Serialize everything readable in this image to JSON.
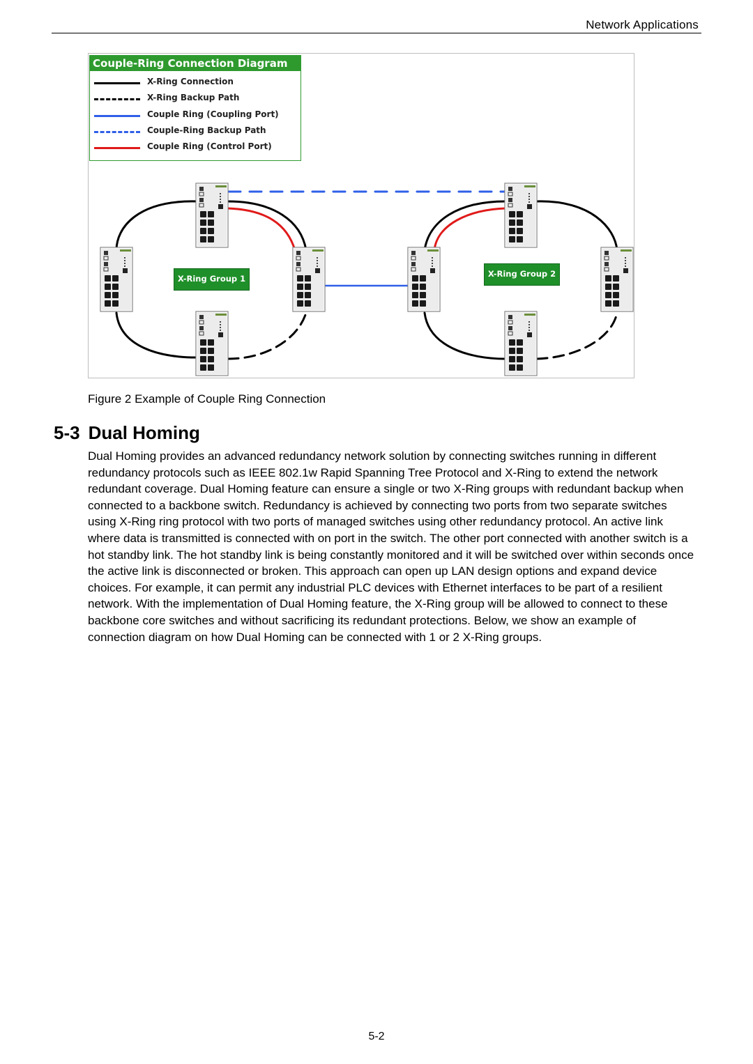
{
  "header": {
    "section_title": "Network  Applications"
  },
  "figure": {
    "legend": {
      "title": "Couple-Ring Connection Diagram",
      "items": [
        {
          "label": "X-Ring Connection",
          "color": "#000000",
          "style": "solid"
        },
        {
          "label": "X-Ring Backup Path",
          "color": "#000000",
          "style": "dashed"
        },
        {
          "label": "Couple Ring (Coupling Port)",
          "color": "#2f5fe8",
          "style": "solid"
        },
        {
          "label": "Couple-Ring Backup Path",
          "color": "#2f5fe8",
          "style": "dashed"
        },
        {
          "label": "Couple Ring (Control Port)",
          "color": "#e01a1a",
          "style": "solid"
        }
      ]
    },
    "group_labels": [
      "X-Ring Group 1",
      "X-Ring Group 2"
    ],
    "caption": "Figure 2 Example of Couple Ring Connection"
  },
  "section": {
    "number": "5-3",
    "title": "Dual Homing",
    "body": "Dual Homing provides an advanced redundancy network solution by connecting switches running in different redundancy protocols such as IEEE 802.1w Rapid Spanning Tree Protocol and X-Ring to extend the network redundant coverage. Dual Homing feature can ensure a single or two X-Ring groups with redundant backup when connected to a backbone switch. Redundancy is achieved by connecting two ports from two separate switches using X-Ring ring protocol with two ports of managed switches using other redundancy protocol. An active link where data is transmitted is connected with on port in the switch. The other port connected with another switch is a hot standby link. The hot standby link is being constantly monitored and it will be switched over within seconds once the active link is disconnected or broken. This approach can open up LAN design options and expand device choices. For example, it can permit any industrial PLC devices with Ethernet interfaces to be part of a resilient network. With the implementation of Dual Homing feature, the X-Ring group will be allowed to connect to these backbone core switches and without sacrificing its redundant protections. Below, we show an example of connection diagram on how Dual Homing can be connected with 1 or 2 X-Ring groups."
  },
  "footer": {
    "page_number": "5-2"
  }
}
